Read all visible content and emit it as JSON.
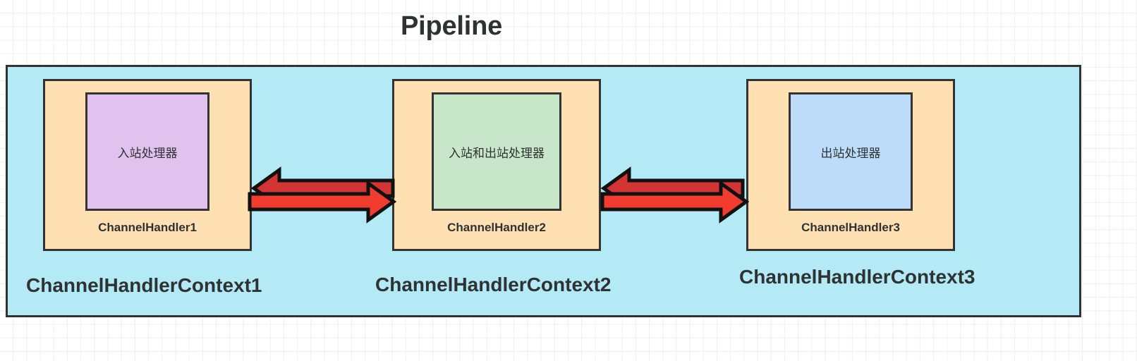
{
  "diagram": {
    "title": "Pipeline",
    "container_name": "pipeline",
    "colors": {
      "container_fill": "#b3eaf5",
      "handler_fill": "#ffe0b2",
      "stroke": "#333333",
      "inbound_handler_fill": "#e1c2ee",
      "duplex_handler_fill": "#c8e6c9",
      "outbound_handler_fill": "#bcdcfa",
      "arrow_inbound": "#d33434",
      "arrow_outbound": "#f23c30",
      "text": "#2f3232",
      "page_background": "#ffffff",
      "grid_line": "#efefef"
    },
    "handlers": [
      {
        "id": "handler-1",
        "inner_label": "入站处理器",
        "handler_label": "ChannelHandler1",
        "context_label": "ChannelHandlerContext1"
      },
      {
        "id": "handler-2",
        "inner_label": "入站和出站处理器",
        "handler_label": "ChannelHandler2",
        "context_label": "ChannelHandlerContext2"
      },
      {
        "id": "handler-3",
        "inner_label": "出站处理器",
        "handler_label": "ChannelHandler3",
        "context_label": "ChannelHandlerContext3"
      }
    ],
    "arrows": [
      {
        "id": "arrow-inbound-1",
        "direction": "left",
        "from": "handler-2",
        "to": "handler-1",
        "color": "#d33434"
      },
      {
        "id": "arrow-inbound-2",
        "direction": "left",
        "from": "handler-3",
        "to": "handler-2",
        "color": "#d33434"
      },
      {
        "id": "arrow-outbound-1",
        "direction": "right",
        "from": "handler-1",
        "to": "handler-2",
        "color": "#f23c30"
      },
      {
        "id": "arrow-outbound-2",
        "direction": "right",
        "from": "handler-2",
        "to": "handler-3",
        "color": "#f23c30"
      }
    ]
  }
}
